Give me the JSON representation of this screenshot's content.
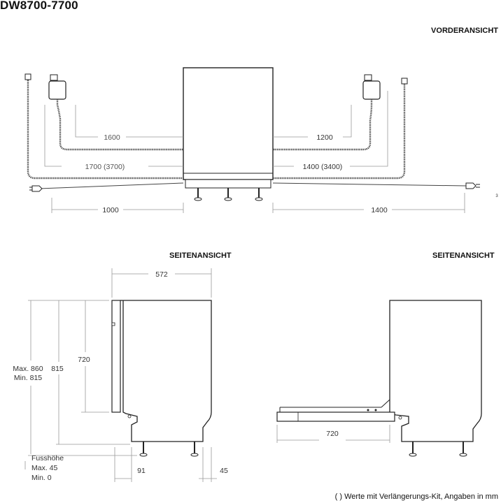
{
  "title": "DW8700-7700",
  "views": {
    "front": "VORDERANSICHT",
    "side_left": "SEITENANSICHT",
    "side_right": "SEITENANSICHT"
  },
  "front_dims": {
    "hose_left_drain": "1600",
    "hose_left_inlet": "1700 (3700)",
    "cord_left": "1000",
    "hose_right_drain": "1200",
    "hose_right_inlet": "1400 (3400)",
    "cord_right": "1400",
    "small_mark": "3"
  },
  "side_dims": {
    "depth": "572",
    "door_height": "720",
    "height": "815",
    "max_height": "Max. 860",
    "min_height": "Min. 815",
    "foot_label": "Fusshöhe",
    "foot_max": "Max. 45",
    "foot_min": "Min. 0",
    "foot_front": "91",
    "foot_back": "45",
    "door_open": "720"
  },
  "footnote": "( ) Werte mit Verlängerungs-Kit, Angaben in mm"
}
